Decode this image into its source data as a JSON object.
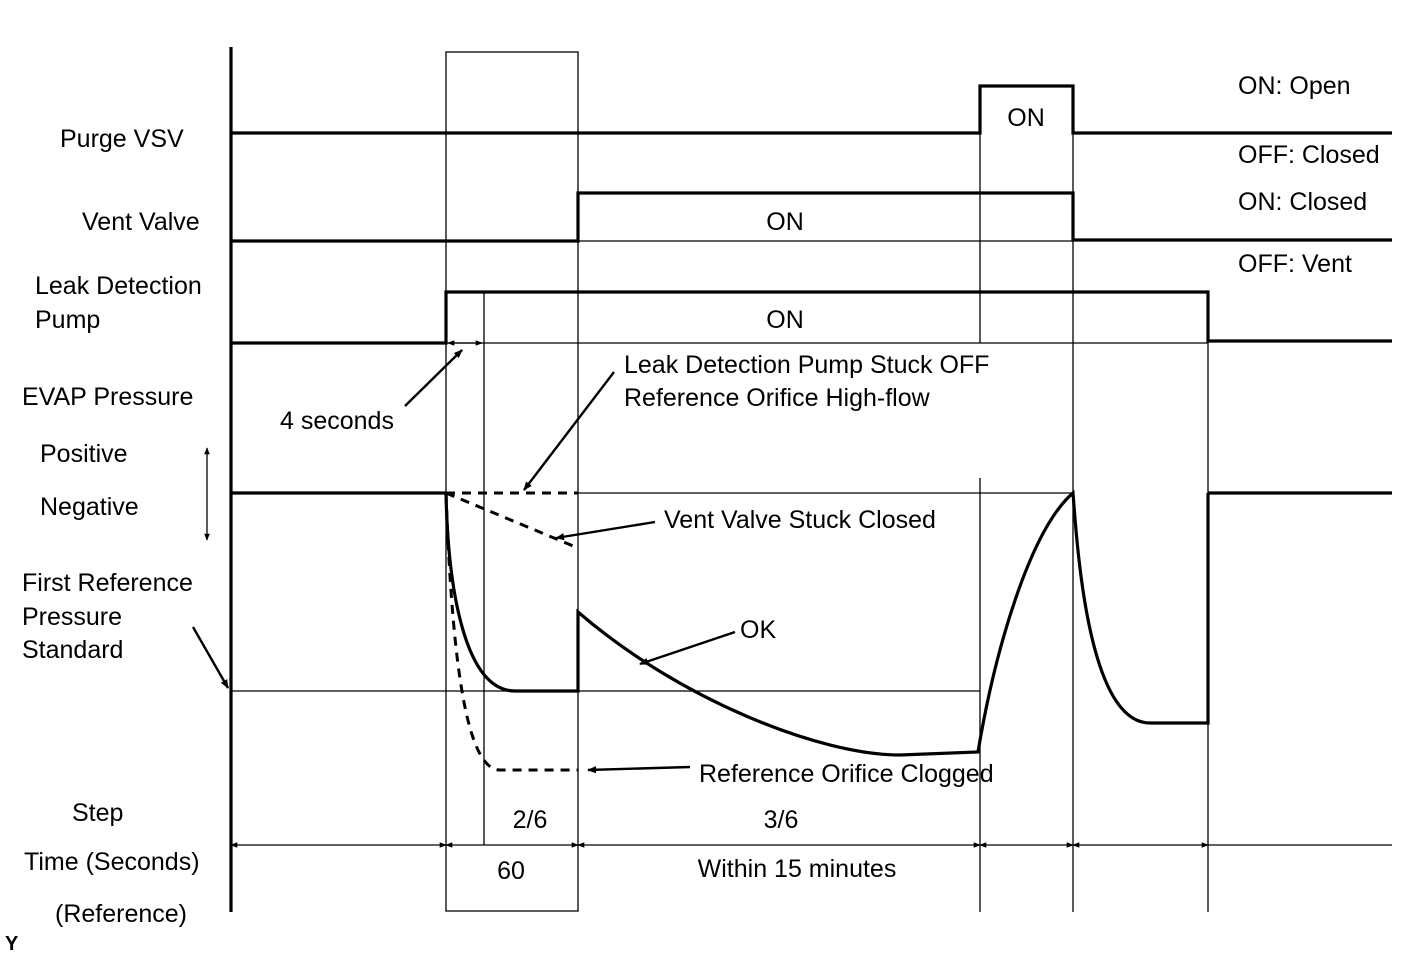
{
  "row_labels": {
    "purge_vsv": "Purge VSV",
    "vent_valve": "Vent Valve",
    "leak_pump_1": "Leak Detection",
    "leak_pump_2": "Pump",
    "evap_pressure": "EVAP Pressure",
    "positive": "Positive",
    "negative": "Negative",
    "first_ref_1": "First Reference",
    "first_ref_2": "Pressure",
    "first_ref_3": "Standard",
    "step": "Step",
    "time": "Time (Seconds)",
    "reference": "(Reference)"
  },
  "state_legend": {
    "purge_on": "ON: Open",
    "purge_off": "OFF: Closed",
    "vent_on": "ON: Closed",
    "vent_off": "OFF: Vent"
  },
  "signal_labels": {
    "purge_on": "ON",
    "vent_on": "ON",
    "pump_on": "ON"
  },
  "annotations": {
    "four_seconds": "4 seconds",
    "pump_stuck_1": "Leak Detection Pump Stuck OFF",
    "pump_stuck_2": "Reference Orifice High-flow",
    "vent_stuck": "Vent Valve Stuck Closed",
    "ok": "OK",
    "orifice_clogged": "Reference Orifice Clogged"
  },
  "steps": {
    "step2": "2/6",
    "step3": "3/6"
  },
  "times": {
    "t60": "60",
    "t15": "Within 15 minutes"
  },
  "corner_mark": "Y"
}
